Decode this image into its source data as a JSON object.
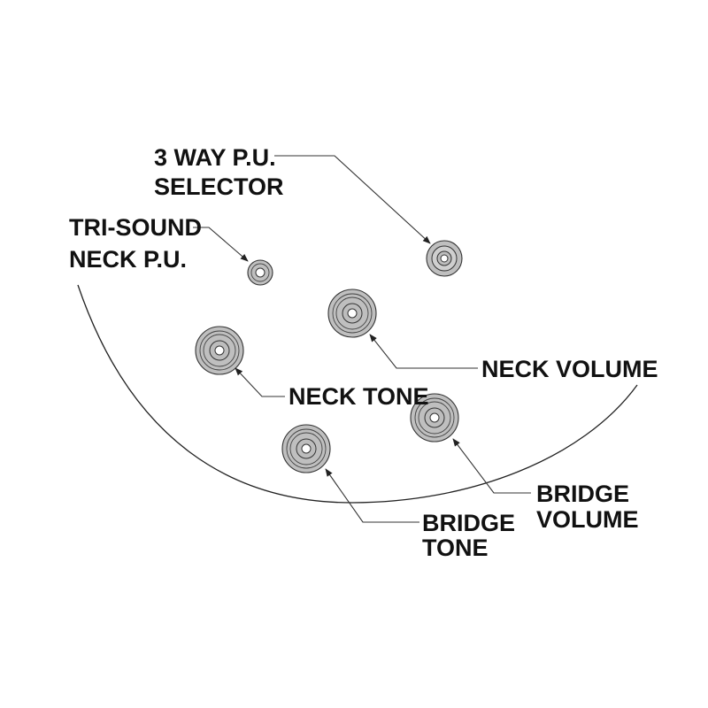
{
  "labels": {
    "selector": [
      "3 WAY P.U.",
      "SELECTOR"
    ],
    "tri_sound": [
      "TRI-SOUND",
      "NECK P.U."
    ],
    "neck_volume": [
      "NECK VOLUME"
    ],
    "neck_tone": [
      "NECK TONE"
    ],
    "bridge_volume": [
      "BRIDGE",
      "VOLUME"
    ],
    "bridge_tone": [
      "BRIDGE",
      "TONE"
    ]
  },
  "colors": {
    "knob_fill": "#bfbfbf",
    "line": "#333333",
    "text": "#111111"
  }
}
